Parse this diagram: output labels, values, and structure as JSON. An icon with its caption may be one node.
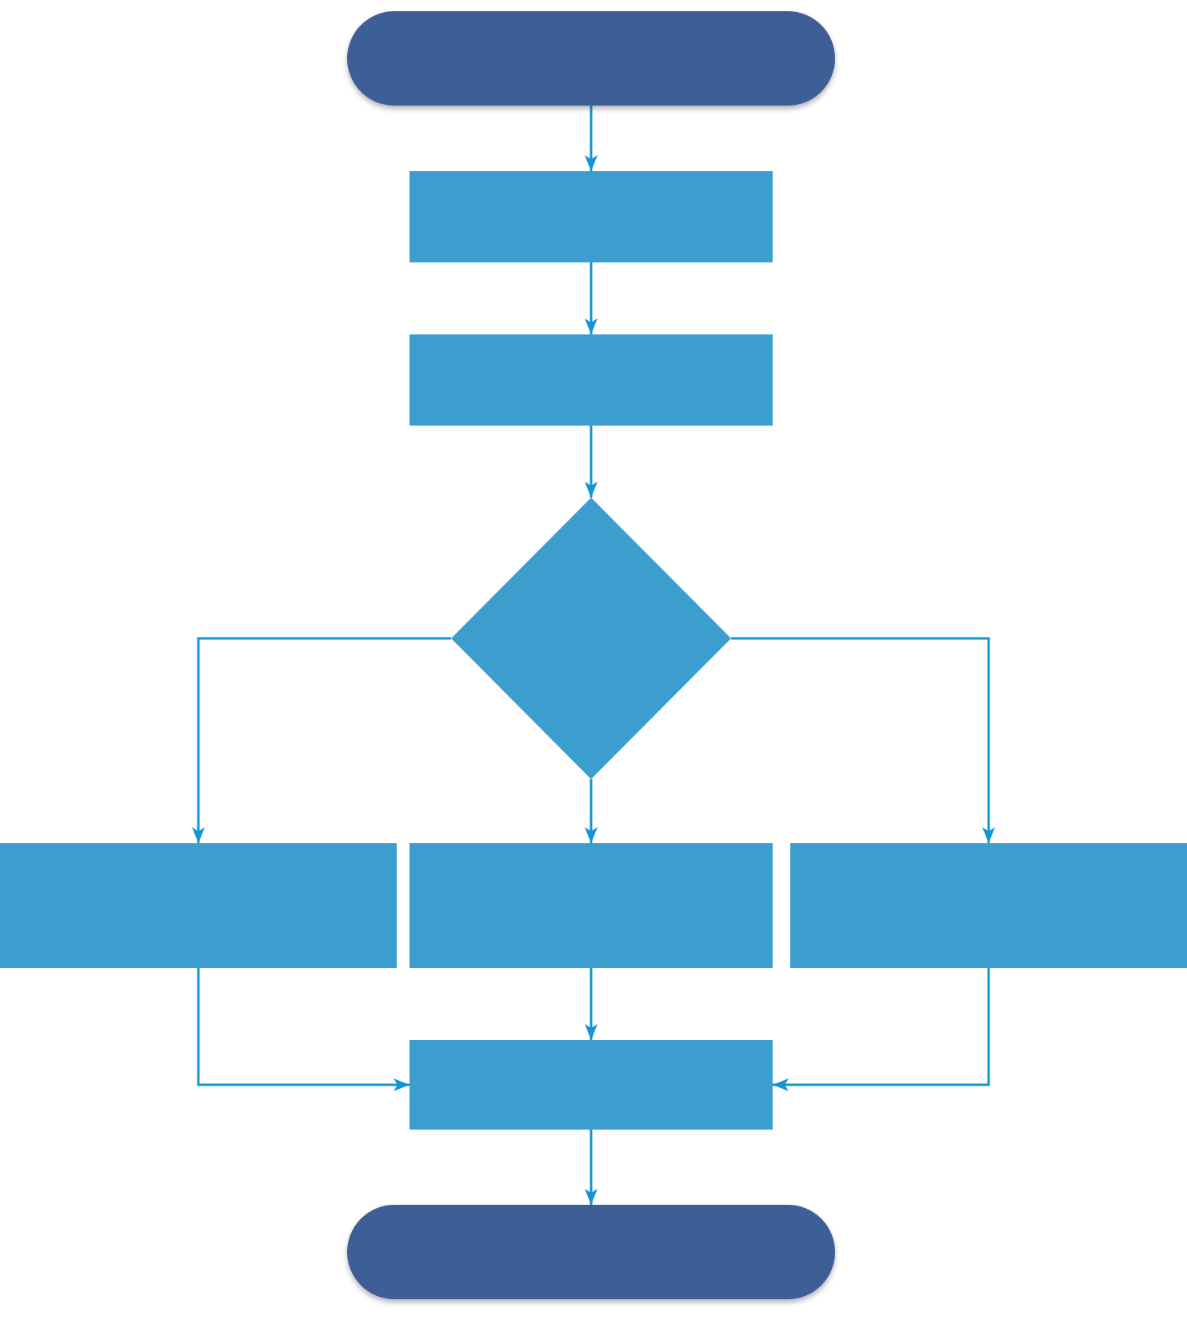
{
  "diagram": {
    "nodes": [
      {
        "text": [],
        "shape": "pill"
      },
      {
        "text": [],
        "shape": "box"
      },
      {
        "text": [],
        "shape": "box"
      },
      {
        "text": [],
        "shape": "diamond"
      },
      {
        "text": [],
        "shape": "box"
      },
      {
        "text": [],
        "shape": "box"
      },
      {
        "text": [],
        "shape": "box"
      },
      {
        "text": [],
        "shape": "box"
      },
      {
        "text": [],
        "shape": "pill"
      }
    ],
    "edges": [
      {
        "from": 0,
        "to": 1,
        "arrow": "to"
      },
      {
        "from": 1,
        "to": 2,
        "arrow": "to"
      },
      {
        "from": 2,
        "to": 3,
        "arrow": "to"
      },
      {
        "from": 3,
        "to": 4,
        "arrow": "to"
      },
      {
        "from": 3,
        "to": 5,
        "arrow": "to"
      },
      {
        "from": 3,
        "to": 6,
        "arrow": "to"
      },
      {
        "from": 4,
        "to": 7,
        "arrow": "to"
      },
      {
        "from": 5,
        "to": 7,
        "arrow": "to"
      },
      {
        "from": 6,
        "to": 7,
        "arrow": "to"
      },
      {
        "from": 7,
        "to": 8,
        "arrow": "to"
      }
    ]
  }
}
